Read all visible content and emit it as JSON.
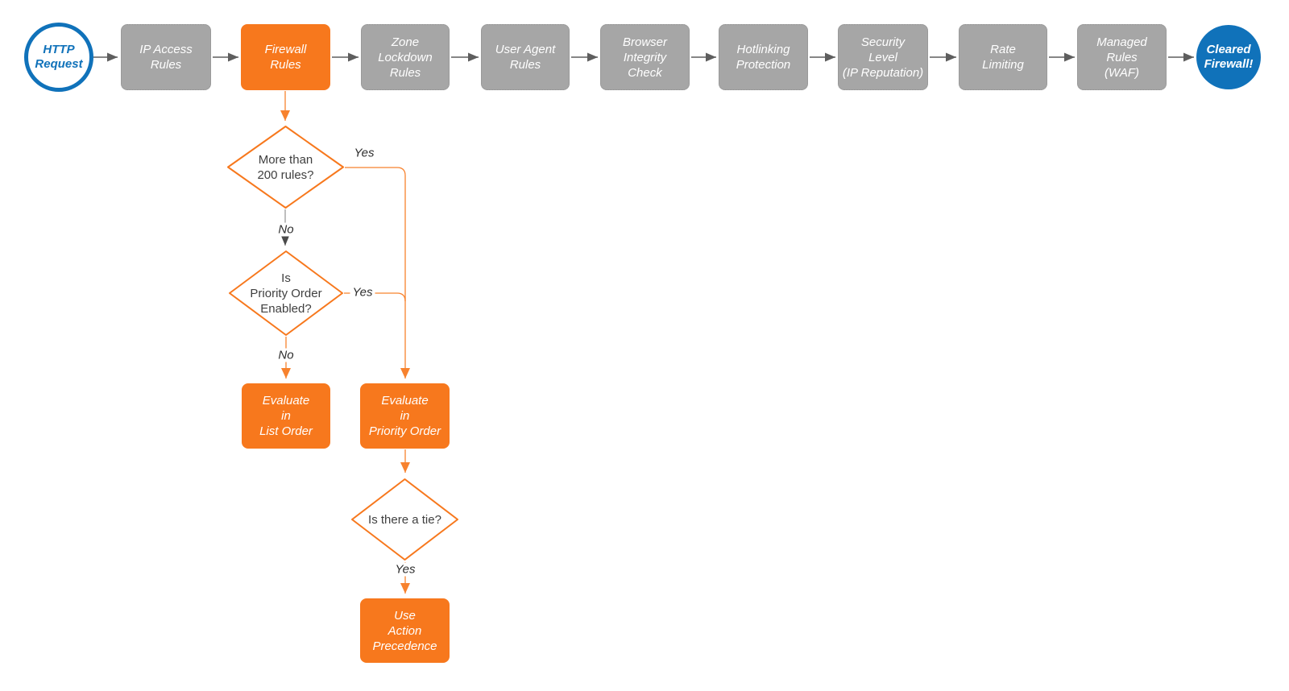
{
  "diagram": {
    "palette": {
      "orange": "#F7781D",
      "gray_fill": "#A6A6A6",
      "gray_border": "#8F8F8F",
      "blue": "#1072BA",
      "connector_gray": "#5E5E5E",
      "connector_dark": "#4A4A4A",
      "diamond_text": "#3F3F3F",
      "label_text": "#2D2D2D",
      "background": "#FFFFFF"
    },
    "nodes": [
      {
        "id": "http-request",
        "type": "start",
        "lines": [
          "HTTP",
          "Request"
        ]
      },
      {
        "id": "ip-access-rules",
        "type": "process-gray",
        "lines": [
          "IP Access",
          "Rules"
        ]
      },
      {
        "id": "firewall-rules",
        "type": "process-orange",
        "lines": [
          "Firewall",
          "Rules"
        ]
      },
      {
        "id": "zone-lockdown-rules",
        "type": "process-gray",
        "lines": [
          "Zone",
          "Lockdown",
          "Rules"
        ]
      },
      {
        "id": "user-agent-rules",
        "type": "process-gray",
        "lines": [
          "User Agent",
          "Rules"
        ]
      },
      {
        "id": "browser-integrity-check",
        "type": "process-gray",
        "lines": [
          "Browser",
          "Integrity",
          "Check"
        ]
      },
      {
        "id": "hotlinking-protection",
        "type": "process-gray",
        "lines": [
          "Hotlinking",
          "Protection"
        ]
      },
      {
        "id": "security-level",
        "type": "process-gray",
        "lines": [
          "Security",
          "Level",
          "(IP Reputation)"
        ]
      },
      {
        "id": "rate-limiting",
        "type": "process-gray",
        "lines": [
          "Rate",
          "Limiting"
        ]
      },
      {
        "id": "managed-rules",
        "type": "process-gray",
        "lines": [
          "Managed",
          "Rules",
          "(WAF)"
        ]
      },
      {
        "id": "cleared-firewall",
        "type": "end",
        "lines": [
          "Cleared",
          "Firewall!"
        ]
      },
      {
        "id": "more-than-200-rules",
        "type": "decision",
        "lines": [
          "More than",
          "200 rules?"
        ]
      },
      {
        "id": "is-priority-order-enabled",
        "type": "decision",
        "lines": [
          "Is",
          "Priority Order",
          "Enabled?"
        ]
      },
      {
        "id": "evaluate-in-list-order",
        "type": "process-orange",
        "lines": [
          "Evaluate",
          "in",
          "List Order"
        ]
      },
      {
        "id": "evaluate-in-priority-order",
        "type": "process-orange",
        "lines": [
          "Evaluate",
          "in",
          "Priority Order"
        ]
      },
      {
        "id": "is-there-a-tie",
        "type": "decision",
        "lines": [
          "Is there a tie?"
        ]
      },
      {
        "id": "use-action-precedence",
        "type": "process-orange",
        "lines": [
          "Use",
          "Action",
          "Precedence"
        ]
      }
    ],
    "edge_labels": [
      {
        "id": "d1-yes",
        "label": "Yes"
      },
      {
        "id": "d1-no",
        "label": "No"
      },
      {
        "id": "d2-yes",
        "label": "Yes"
      },
      {
        "id": "d2-no",
        "label": "No"
      },
      {
        "id": "d3-yes",
        "label": "Yes"
      }
    ]
  }
}
